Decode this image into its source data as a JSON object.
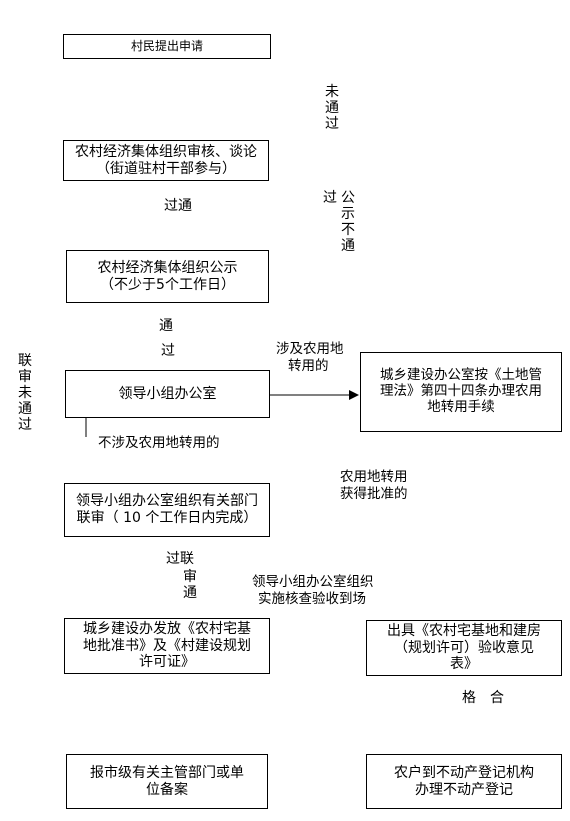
{
  "boxes": {
    "apply": "村民提出申请",
    "review": [
      "农村经济集体组织审核、谈论",
      "（街道驻村干部参与）"
    ],
    "publicize": [
      "农村经济集体组织公示",
      "（不少于5个工作日）"
    ],
    "office": "领导小组办公室",
    "landuse": [
      "城乡建设办公室按《土地管",
      "理法》第四十四条办理农用",
      "地转用手续"
    ],
    "joint_review": [
      "领导小组办公室组织有关部门",
      "联审（ 10 个工作日内完成）"
    ],
    "issue": [
      "城乡建设办发放《农村宅基",
      "地批准书》及《村建设规划",
      "许可证》"
    ],
    "report": [
      "出具《农村宅基地和建房",
      "（规划许可）验收意见",
      "表》"
    ],
    "filing": [
      "报市级有关主管部门或单",
      "位备案"
    ],
    "register": [
      "农户到不动产登记机构",
      "办理不动产登记"
    ]
  },
  "labels": {
    "not_passed_1": [
      "未",
      "通",
      "过"
    ],
    "passed_1": "过通",
    "publicity_not_passed_left": "过",
    "publicity_not_passed": [
      "公",
      "示",
      "不",
      "通"
    ],
    "passed_2": [
      "通",
      "过"
    ],
    "joint_not_passed": [
      "联",
      "审",
      "未",
      "通",
      "过"
    ],
    "involves_farmland": [
      "涉及农用地",
      "转用的"
    ],
    "not_involves_farmland": "不涉及农用地转用的",
    "farmland_approved": [
      "农用地转用",
      "获得批准的"
    ],
    "joint_passed_top": "过联",
    "joint_passed_col": [
      "审",
      "通"
    ],
    "inspection": [
      "领导小组办公室组织",
      "实施核查验收到场"
    ],
    "qualified": "格　合"
  }
}
